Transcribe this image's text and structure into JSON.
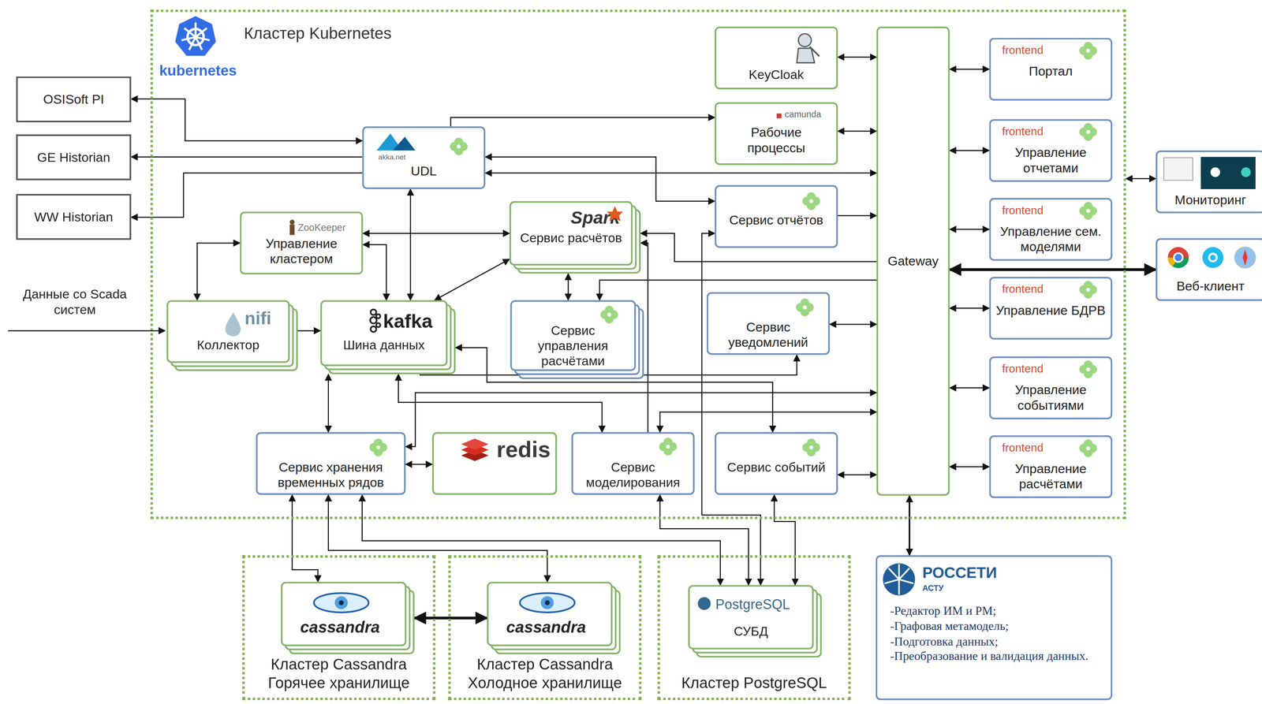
{
  "diagram": {
    "nodes": [
      {
        "text": [
          "kubernetes",
          "Кластер Kubernetes"
        ]
      },
      {
        "text": [
          "OSISoft PI"
        ]
      },
      {
        "text": [
          "GE Historian"
        ]
      },
      {
        "text": [
          "WW Historian"
        ]
      },
      {
        "text": [
          "KeyCloak"
        ],
        "in": 0
      },
      {
        "text": [
          "camunda",
          "Рабочие процессы"
        ],
        "in": 0
      },
      {
        "text": [
          "akka.net",
          "UDL"
        ],
        "in": 0
      },
      {
        "text": [
          "Gateway"
        ],
        "in": 0
      },
      {
        "text": [
          "frontend",
          "Портал"
        ],
        "in": 0
      },
      {
        "text": [
          "frontend",
          "Управление отчетами"
        ],
        "in": 0
      },
      {
        "text": [
          "frontend",
          "Управление сем. моделями"
        ],
        "in": 0
      },
      {
        "text": [
          "frontend",
          "Управление БДРВ"
        ],
        "in": 0
      },
      {
        "text": [
          "frontend",
          "Управление событиями"
        ],
        "in": 0
      },
      {
        "text": [
          "frontend",
          "Управление расчётами"
        ],
        "in": 0
      },
      {
        "text": [
          "Мониторинг"
        ]
      },
      {
        "text": [
          "Веб-клиент"
        ]
      },
      {
        "text": [
          "ZooKeeper",
          "Управление кластером"
        ],
        "in": 0
      },
      {
        "text": [
          "Spark",
          "Сервис расчётов"
        ],
        "in": 0
      },
      {
        "text": [
          "Сервис отчётов"
        ],
        "in": 0
      },
      {
        "text": [
          "nifi",
          "Коллектор"
        ],
        "in": 0
      },
      {
        "text": [
          "kafka",
          "Шина данных"
        ],
        "in": 0
      },
      {
        "text": [
          "Сервис управления расчётами"
        ],
        "in": 0
      },
      {
        "text": [
          "Сервис уведомлений"
        ],
        "in": 0
      },
      {
        "text": [
          "Сервис хранения временных рядов"
        ],
        "in": 0
      },
      {
        "text": [
          "redis"
        ],
        "in": 0
      },
      {
        "text": [
          "Сервис моделирования"
        ],
        "in": 0
      },
      {
        "text": [
          "Сервис событий"
        ],
        "in": 0
      },
      {
        "text": [
          "Кластер Cassandra Горячее хранилище"
        ]
      },
      {
        "text": [
          "cassandra"
        ],
        "in": 27
      },
      {
        "text": [
          "Кластер Cassandra Холодное хранилище"
        ]
      },
      {
        "text": [
          "cassandra"
        ],
        "in": 29
      },
      {
        "text": [
          "Кластер PostgreSQL"
        ]
      },
      {
        "text": [
          "PostgreSQL",
          "СУБД"
        ],
        "in": 31
      },
      {
        "text": [
          "РОССЕТИ",
          "АСТУ",
          "-Редактор ИМ и РМ;",
          "-Графовая метамодель;",
          "-Подготовка данных;",
          "-Преобразование и валидация данных."
        ]
      }
    ],
    "edges": [
      {
        "from": 1,
        "to": 6,
        "arrow": "both"
      },
      {
        "from": 6,
        "to": 2,
        "arrow": "to"
      },
      {
        "from": 6,
        "to": 3,
        "arrow": "to"
      },
      {
        "from": 6,
        "to": 5,
        "arrow": "to"
      },
      {
        "from": 4,
        "to": 7,
        "arrow": "both"
      },
      {
        "from": 5,
        "to": 7,
        "arrow": "both"
      },
      {
        "from": 6,
        "to": 7,
        "arrow": "both"
      },
      {
        "from": 6,
        "to": 18,
        "arrow": "both"
      },
      {
        "from": 18,
        "to": 7,
        "arrow": "to"
      },
      {
        "from": 7,
        "to": 8,
        "arrow": "both"
      },
      {
        "from": 7,
        "to": 9,
        "arrow": "both"
      },
      {
        "from": 7,
        "to": 10,
        "arrow": "both"
      },
      {
        "from": 7,
        "to": 11,
        "arrow": "both"
      },
      {
        "from": 7,
        "to": 12,
        "arrow": "both"
      },
      {
        "from": 7,
        "to": 13,
        "arrow": "both"
      },
      {
        "from": 0,
        "to": 14,
        "arrow": "both"
      },
      {
        "from": 7,
        "to": 15,
        "arrow": "both"
      },
      {
        "from": 7,
        "to": 33,
        "arrow": "both"
      },
      {
        "from": 16,
        "to": 19,
        "arrow": "both"
      },
      {
        "from": 16,
        "to": 17,
        "arrow": "both"
      },
      {
        "from": 16,
        "to": 20,
        "arrow": "both"
      },
      {
        "from": 20,
        "to": 6,
        "arrow": "both"
      },
      {
        "from": 19,
        "to": 20,
        "arrow": "to"
      },
      {
        "from": 20,
        "to": 17,
        "arrow": "both"
      },
      {
        "from": 17,
        "to": 21,
        "arrow": "both"
      },
      {
        "from": 7,
        "to": 17,
        "arrow": "to"
      },
      {
        "from": 7,
        "to": 21,
        "arrow": "to"
      },
      {
        "from": 22,
        "to": 7,
        "arrow": "both"
      },
      {
        "from": 20,
        "to": 23,
        "arrow": "both"
      },
      {
        "from": 23,
        "to": 24,
        "arrow": "both"
      },
      {
        "from": 20,
        "to": 25,
        "arrow": "both"
      },
      {
        "from": 20,
        "to": 26,
        "arrow": "both"
      },
      {
        "from": 20,
        "to": 22,
        "arrow": "to"
      },
      {
        "from": 23,
        "to": 7,
        "arrow": "both"
      },
      {
        "from": 25,
        "to": 7,
        "arrow": "both"
      },
      {
        "from": 25,
        "to": 17,
        "arrow": "to"
      },
      {
        "from": 26,
        "to": 7,
        "arrow": "both"
      },
      {
        "from": 23,
        "to": 28,
        "arrow": "both"
      },
      {
        "from": 23,
        "to": 30,
        "arrow": "both"
      },
      {
        "from": 23,
        "to": 32,
        "arrow": "both"
      },
      {
        "from": 25,
        "to": 32,
        "arrow": "both"
      },
      {
        "from": 26,
        "to": 32,
        "arrow": "both"
      },
      {
        "from": 18,
        "to": 32,
        "arrow": "both"
      },
      {
        "from": 28,
        "to": 30,
        "arrow": "both"
      }
    ],
    "labels": [
      "Данные со Scada систем"
    ]
  }
}
